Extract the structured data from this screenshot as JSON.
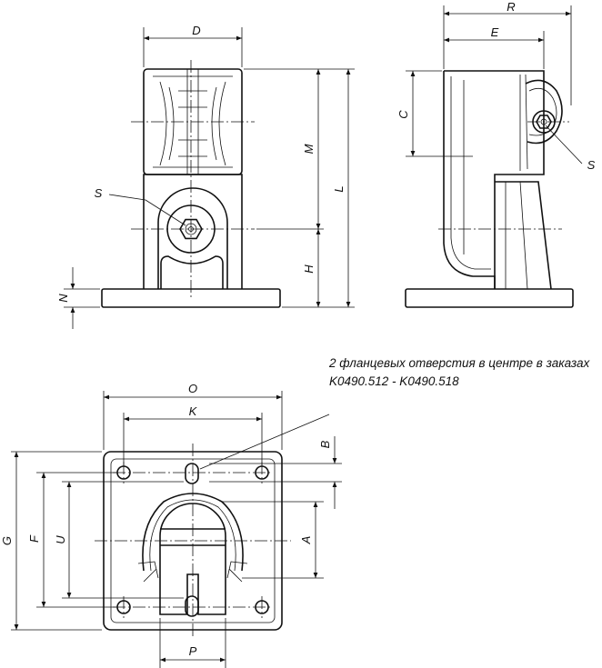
{
  "note": {
    "line1": "2 фланцевых отверстия в центре в заказах",
    "line2": "K0490.512 - K0490.518"
  },
  "front_view": {
    "D": "D",
    "M": "M",
    "L": "L",
    "H": "H",
    "N": "N",
    "S": "S"
  },
  "side_view": {
    "R": "R",
    "E": "E",
    "C": "C",
    "S": "S"
  },
  "top_view": {
    "O": "O",
    "K": "K",
    "B": "B",
    "G": "G",
    "F": "F",
    "U": "U",
    "A": "A",
    "P": "P"
  }
}
